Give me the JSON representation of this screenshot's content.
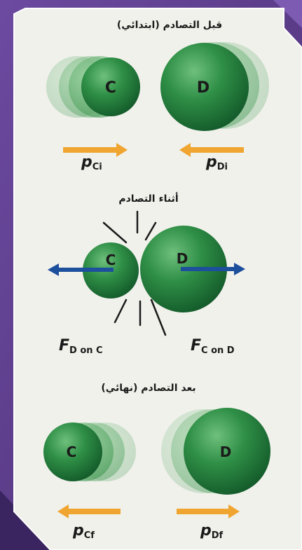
{
  "sections": {
    "before": {
      "title": "قبل التصادم (ابتدائي)",
      "ball_c_label": "C",
      "ball_d_label": "D",
      "momentum_c": {
        "symbol": "p",
        "subscript": "Ci"
      },
      "momentum_d": {
        "symbol": "p",
        "subscript": "Di"
      }
    },
    "during": {
      "title": "أثناء التصادم",
      "ball_c_label": "C",
      "ball_d_label": "D",
      "force_on_c": {
        "symbol": "F",
        "subscript": "D on C"
      },
      "force_on_d": {
        "symbol": "F",
        "subscript": "C on D"
      }
    },
    "after": {
      "title": "بعد التصادم (نهائي)",
      "ball_c_label": "C",
      "ball_d_label": "D",
      "momentum_c": {
        "symbol": "p",
        "subscript": "Cf"
      },
      "momentum_d": {
        "symbol": "p",
        "subscript": "Df"
      }
    }
  },
  "colors": {
    "frame_purple": "#5a3d84",
    "panel": "#f1f1ec",
    "ball_green": "#1f7a3a",
    "momentum_arrow": "#f0a530",
    "force_arrow": "#1c4f9c"
  }
}
